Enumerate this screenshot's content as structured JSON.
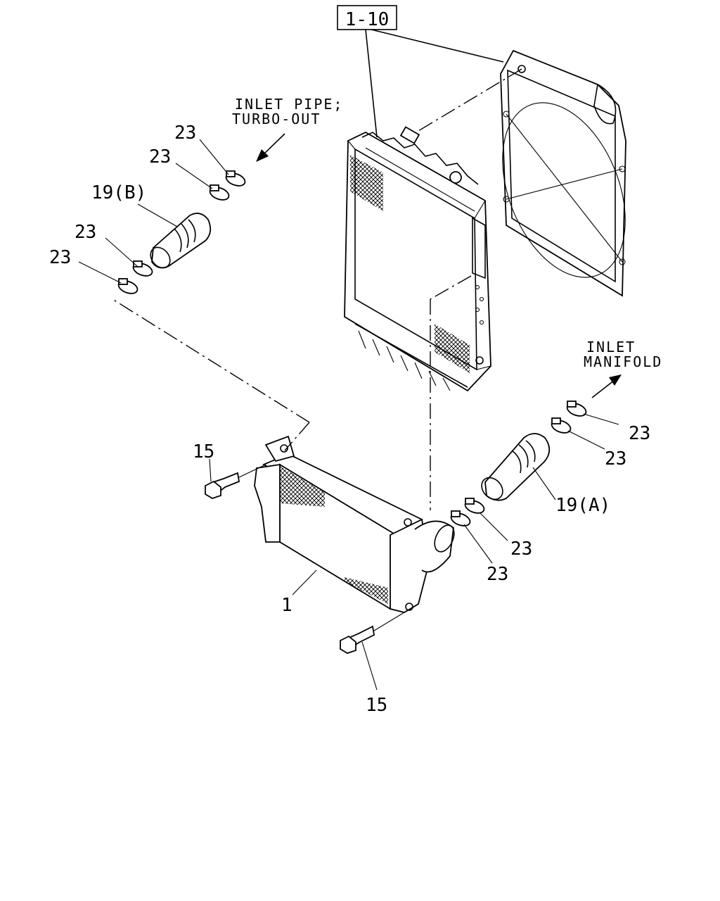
{
  "assembly_label": "1-10",
  "notes": {
    "turbo_out": [
      "INLET PIPE;",
      "TURBO-OUT"
    ],
    "manifold": [
      "INLET",
      "MANIFOLD"
    ]
  },
  "callouts": {
    "intercooler": "1",
    "bolt_upper": "15",
    "bolt_lower": "15",
    "hose_a": "19(A)",
    "hose_b": "19(B)",
    "clamp_b1": "23",
    "clamp_b2": "23",
    "clamp_b3": "23",
    "clamp_b4": "23",
    "clamp_a1": "23",
    "clamp_a2": "23",
    "clamp_a3": "23",
    "clamp_a4": "23"
  }
}
